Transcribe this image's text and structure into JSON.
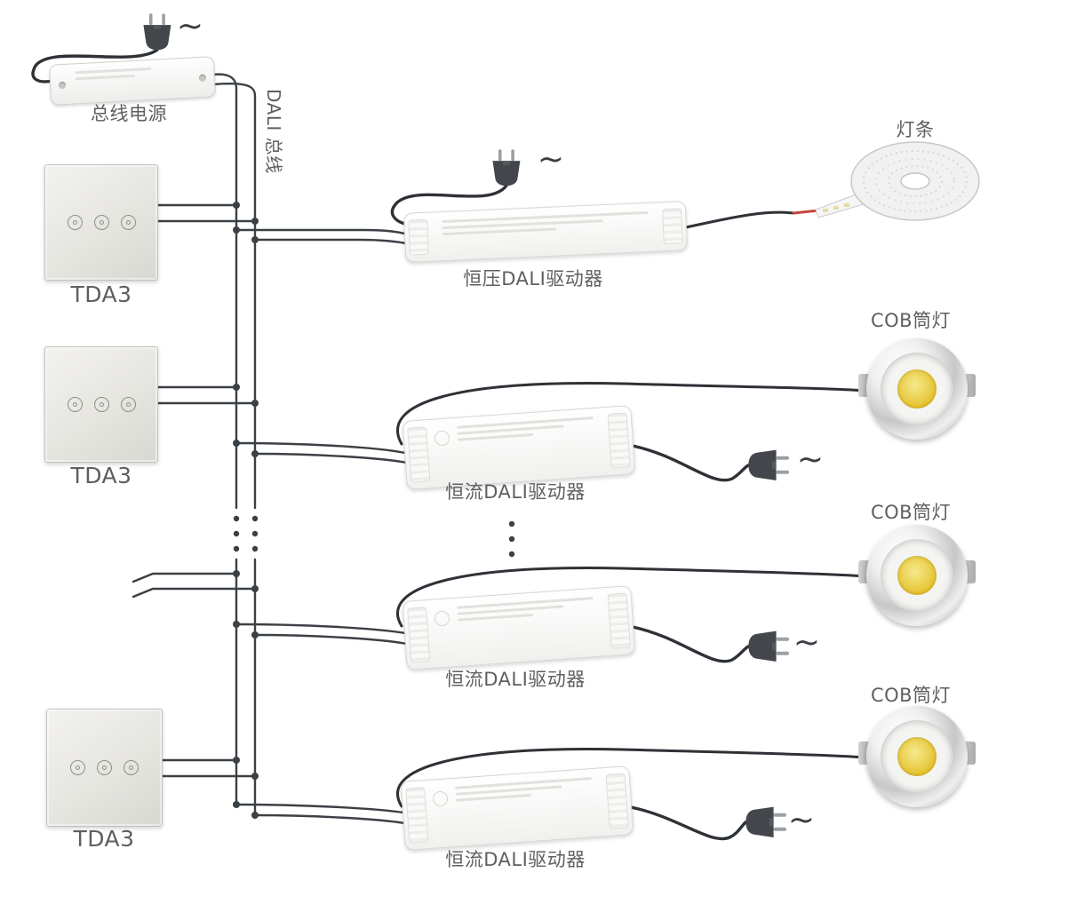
{
  "colors": {
    "wire": "#3b4045",
    "cord": "#2e3236",
    "label": "#5f5f5f",
    "cob_yellow": "#e5c32f",
    "red_wire": "#c4453a"
  },
  "diagram": {
    "ac": "~",
    "bus_power": {
      "label": "总线电源"
    },
    "dali_bus": {
      "label": "DALI 总线"
    },
    "panels": [
      {
        "label": "TDA3"
      },
      {
        "label": "TDA3"
      },
      {
        "label": "TDA3"
      }
    ],
    "cv_driver": {
      "label": "恒压DALI驱动器"
    },
    "cc_drivers": [
      {
        "label": "恒流DALI驱动器"
      },
      {
        "label": "恒流DALI驱动器"
      },
      {
        "label": "恒流DALI驱动器"
      }
    ],
    "led_strip": {
      "label": "灯条"
    },
    "cob_downlights": [
      {
        "label": "COB筒灯"
      },
      {
        "label": "COB筒灯"
      },
      {
        "label": "COB筒灯"
      }
    ]
  }
}
